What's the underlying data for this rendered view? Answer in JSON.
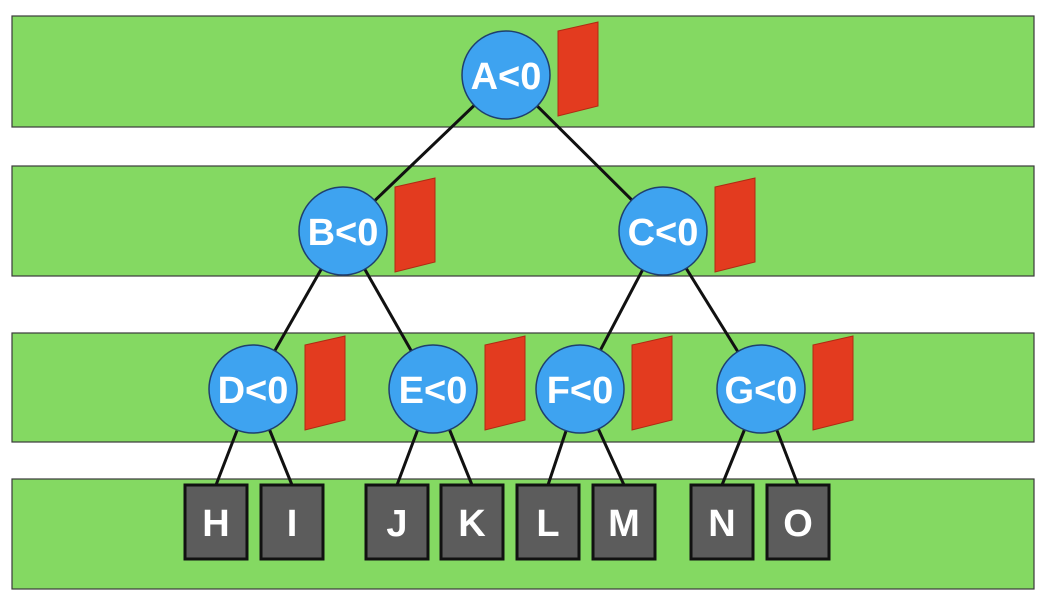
{
  "colors": {
    "band": "#84d962",
    "band_stroke": "#3a3a3a",
    "node": "#3ea3f0",
    "node_stroke": "#1f3f6e",
    "leaf": "#5c5c5c",
    "leaf_stroke": "#111111",
    "marker": "#e33b1f",
    "edge": "#111111",
    "label": "#ffffff"
  },
  "tree": {
    "internal_nodes": [
      {
        "id": "A",
        "label": "A<0"
      },
      {
        "id": "B",
        "label": "B<0"
      },
      {
        "id": "C",
        "label": "C<0"
      },
      {
        "id": "D",
        "label": "D<0"
      },
      {
        "id": "E",
        "label": "E<0"
      },
      {
        "id": "F",
        "label": "F<0"
      },
      {
        "id": "G",
        "label": "G<0"
      }
    ],
    "leaves": [
      {
        "id": "H",
        "label": "H"
      },
      {
        "id": "I",
        "label": "I"
      },
      {
        "id": "J",
        "label": "J"
      },
      {
        "id": "K",
        "label": "K"
      },
      {
        "id": "L",
        "label": "L"
      },
      {
        "id": "M",
        "label": "M"
      },
      {
        "id": "N",
        "label": "N"
      },
      {
        "id": "O",
        "label": "O"
      }
    ],
    "edges": [
      [
        "A",
        "B"
      ],
      [
        "A",
        "C"
      ],
      [
        "B",
        "D"
      ],
      [
        "B",
        "E"
      ],
      [
        "C",
        "F"
      ],
      [
        "C",
        "G"
      ],
      [
        "D",
        "H"
      ],
      [
        "D",
        "I"
      ],
      [
        "E",
        "J"
      ],
      [
        "E",
        "K"
      ],
      [
        "F",
        "L"
      ],
      [
        "F",
        "M"
      ],
      [
        "G",
        "N"
      ],
      [
        "G",
        "O"
      ]
    ]
  }
}
